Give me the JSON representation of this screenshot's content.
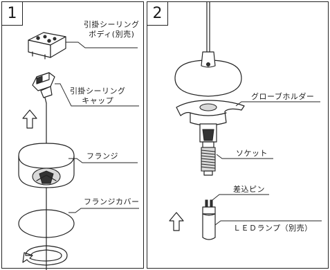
{
  "panels": [
    {
      "step": "1",
      "labels": {
        "ceiling_body": [
          "引掛シーリング",
          "ボディ(別売)"
        ],
        "ceiling_cap": [
          "引掛シーリング",
          "キャップ"
        ],
        "flange": "フランジ",
        "flange_cover": "フランジカバー"
      }
    },
    {
      "step": "2",
      "labels": {
        "globe_holder": "グローブホルダー",
        "socket": "ソケット",
        "plug_pins": "差込ピン",
        "led_lamp": "ＬＥＤランプ（別売）"
      }
    }
  ]
}
